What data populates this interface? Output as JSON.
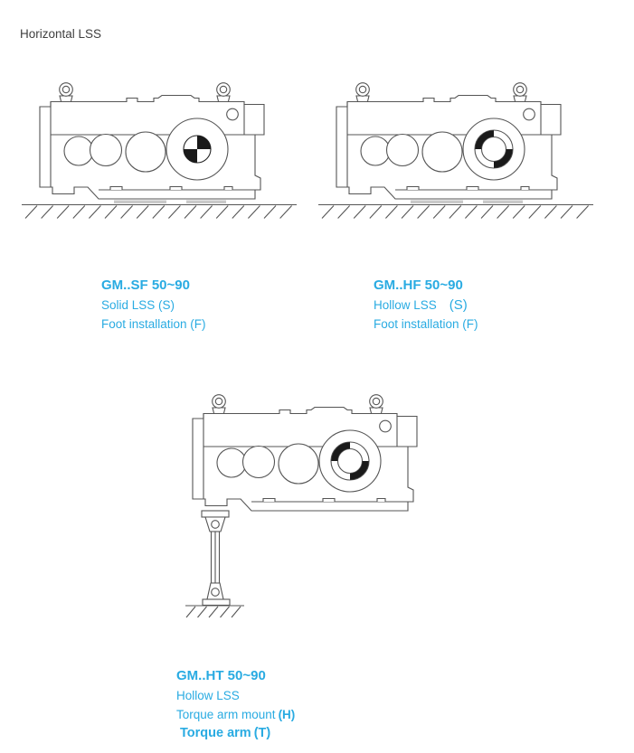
{
  "page": {
    "title": "Horizontal LSS"
  },
  "colors": {
    "accent_text": "#29abe2",
    "heading_text": "#3f3f3f",
    "drawing_line": "#555555",
    "shaft_symbol_fill": "#1a1a1a",
    "foot_pad_fill": "#c9c9c9"
  },
  "figures": [
    {
      "model": "GM..SF 50~90",
      "shaft_label": "Solid LSS (S)",
      "mount_label": "Foot installation (F)",
      "shaft_symbol": "solid-shaft",
      "mounting_symbol": "foot-on-ground"
    },
    {
      "model": "GM..HF 50~90",
      "shaft_label": "Hollow LSS",
      "shaft_code": "(S)",
      "mount_label": "Foot installation (F)",
      "shaft_symbol": "hollow-shaft",
      "mounting_symbol": "foot-on-ground"
    },
    {
      "model": "GM..HT 50~90",
      "shaft_label": "Hollow LSS",
      "mount_label": "Torque arm mount",
      "mount_code": "(H)",
      "alt_label": "Torque arm",
      "alt_code": "(T)",
      "shaft_symbol": "hollow-shaft",
      "mounting_symbol": "torque-arm"
    }
  ]
}
